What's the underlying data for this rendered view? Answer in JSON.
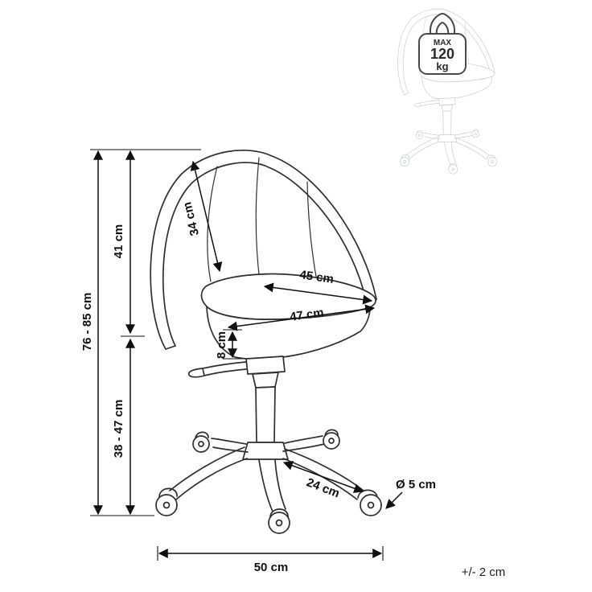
{
  "dimensions": {
    "overall_height": {
      "label": "76 - 85 cm"
    },
    "backrest_height": {
      "label": "41 cm"
    },
    "backrest_inner_height": {
      "label": "34 cm"
    },
    "seat_width": {
      "label": "45 cm"
    },
    "seat_depth": {
      "label": "47 cm"
    },
    "seat_thickness": {
      "label": "8 cm"
    },
    "seat_height_range": {
      "label": "38 - 47 cm"
    },
    "base_arm_length": {
      "label": "24 cm"
    },
    "caster_diameter": {
      "label": "Ø 5 cm"
    },
    "base_width": {
      "label": "50 cm"
    }
  },
  "max_load_badge": {
    "label": "MAX",
    "value": "120",
    "unit": "kg"
  },
  "footnote": {
    "tolerance": "+/- 2 cm"
  },
  "icons": {
    "weight_limit": "kettlebell-weight-icon"
  },
  "colors": {
    "chair_line": "#2f2f2f",
    "chair_faded": "#c9ced6",
    "dimension_ink": "#101010",
    "badge_outline": "#4a4a4a"
  }
}
